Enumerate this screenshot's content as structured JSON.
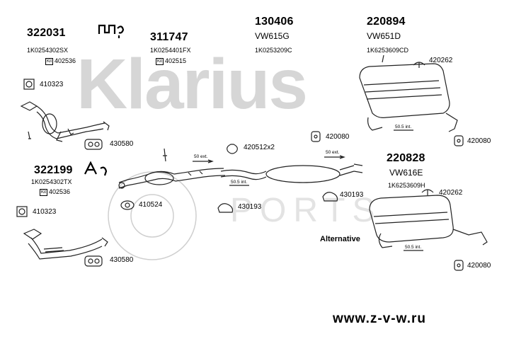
{
  "watermark": {
    "brand": "Klarius",
    "sub": "PORTS"
  },
  "groups": {
    "g322031": {
      "part": "322031",
      "code": "1K0254302SX",
      "kit": "402536"
    },
    "g311747": {
      "part": "311747",
      "code": "1K0254401FX",
      "kit": "402515"
    },
    "g130406": {
      "part": "130406",
      "model": "VW615G",
      "code": "1K0253209C"
    },
    "g220894": {
      "part": "220894",
      "model": "VW651D",
      "code": "1K6253609CD"
    },
    "g322199": {
      "part": "322199",
      "code": "1K0254302TX",
      "kit": "402536"
    },
    "g220828": {
      "part": "220828",
      "model": "VW616E",
      "code": "1K6253609H"
    }
  },
  "kit_tag": "Kit",
  "labels": {
    "a410323_top": "410323",
    "a430580_top": "430580",
    "a410323_bot": "410323",
    "a430580_bot": "430580",
    "a410524": "410524",
    "a420512": "420512x2",
    "a430193_mid": "430193",
    "a420080_mid": "420080",
    "a430193_right": "430193",
    "a420262_top": "420262",
    "a420080_top": "420080",
    "a420262_bot": "420262",
    "a420080_bot": "420080"
  },
  "dims": {
    "d50ext_left": "50 ext.",
    "d505int_left": "50.5 int.",
    "d50ext_right": "50 ext.",
    "d505int_top": "50.5 int.",
    "d505int_bot": "50.5 int."
  },
  "alternative_label": "Alternative",
  "website": "www.z-v-w.ru"
}
